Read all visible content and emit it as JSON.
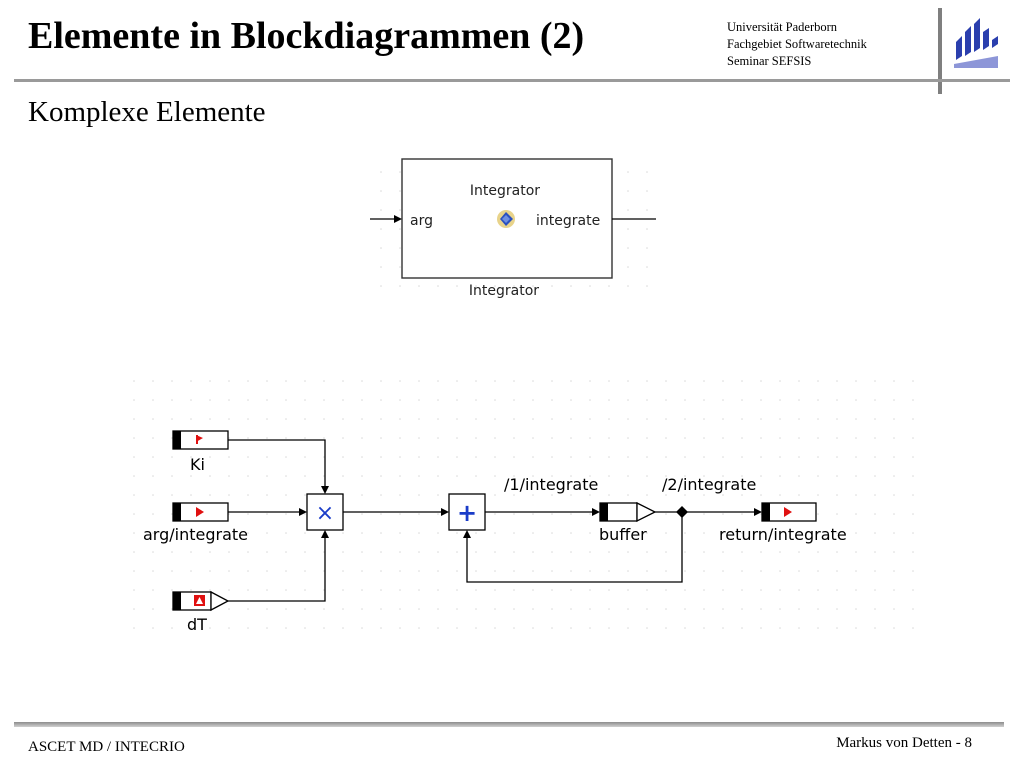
{
  "header": {
    "title": "Elemente in Blockdiagrammen (2)",
    "university": "Universität Paderborn",
    "department": "Fachgebiet Softwaretechnik",
    "seminar": "Seminar SEFSIS"
  },
  "subtitle": "Komplexe Elemente",
  "integrator_block": {
    "class_label": "Integrator",
    "input_port": "arg",
    "output_port": "integrate",
    "instance_label": "Integrator"
  },
  "block_diagram": {
    "ki_label": "Ki",
    "arg_label": "arg/integrate",
    "dt_label": "dT",
    "multiply_symbol": "×",
    "add_symbol": "+",
    "seq1_label": "/1/integrate",
    "seq2_label": "/2/integrate",
    "buffer_label": "buffer",
    "return_label": "return/integrate"
  },
  "footer": {
    "left": "ASCET MD / INTECRIO",
    "right": "Markus von Detten - 8"
  },
  "colors": {
    "port_red": "#e01010",
    "operator_blue": "#1a3cc8",
    "logo_blue": "#2b3fae"
  }
}
